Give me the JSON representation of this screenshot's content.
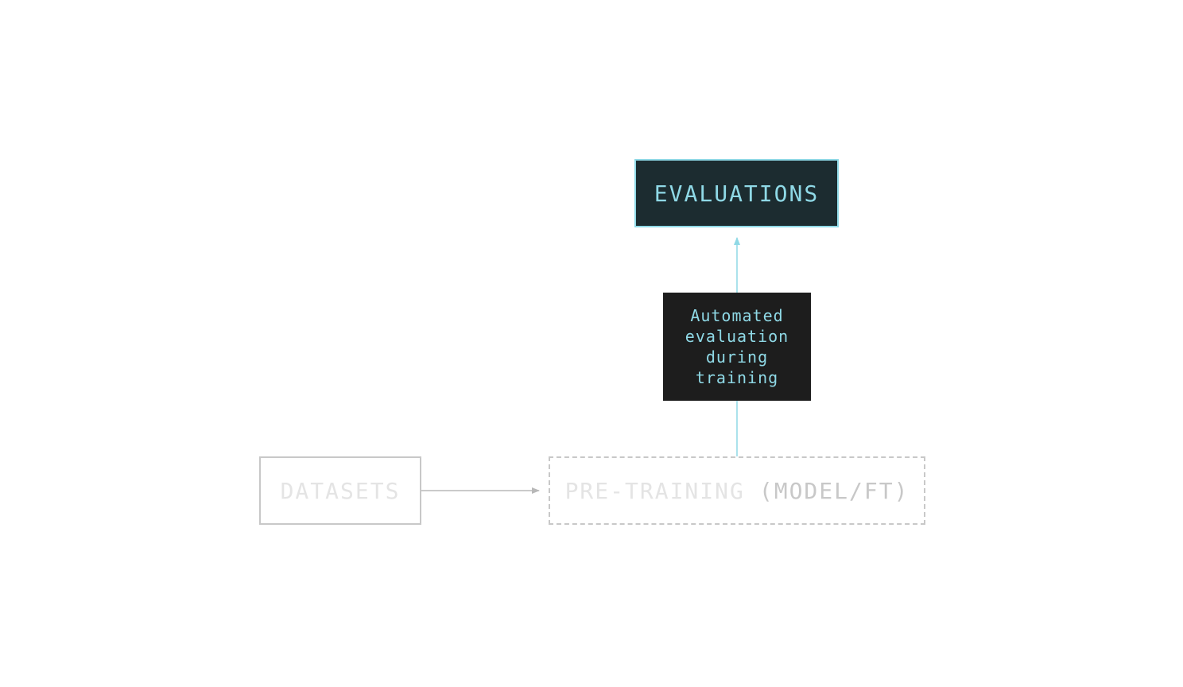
{
  "nodes": {
    "evaluations": "EVALUATIONS",
    "datasets": "DATASETS",
    "pretraining_main": "PRE-TRAINING",
    "pretraining_suffix": "(MODEL/FT)"
  },
  "edges": {
    "eval_label_lines": [
      "Automated",
      "evaluation",
      "during",
      "training"
    ]
  },
  "colors": {
    "accent": "#8fd9e6",
    "eval_fill": "#1c2c30",
    "label_fill": "#1d1d1d",
    "muted_border": "#c8c8c8",
    "muted_text": "#e4e4e4"
  }
}
